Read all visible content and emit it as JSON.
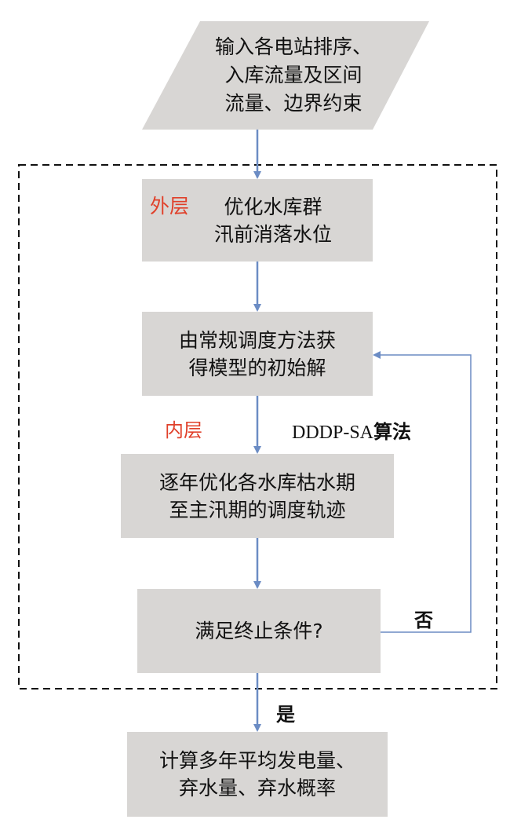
{
  "input": {
    "lines": [
      "输入各电站排序、",
      "入库流量及区间",
      "流量、边界约束"
    ]
  },
  "outer": {
    "tag": "外层",
    "lines": [
      "优化水库群",
      "汛前消落水位"
    ]
  },
  "init": {
    "lines": [
      "由常规调度方法获",
      "得模型的初始解"
    ]
  },
  "inner_tag": "内层",
  "algorithm": {
    "prefix": "DDDP-SA",
    "suffix": "算法"
  },
  "optimize": {
    "lines": [
      "逐年优化各水库枯水期",
      "至主汛期的调度轨迹"
    ]
  },
  "check": {
    "text": "满足终止条件?"
  },
  "no_label": "否",
  "yes_label": "是",
  "output": {
    "lines": [
      "计算多年平均发电量、",
      "弃水量、弃水概率"
    ]
  },
  "colors": {
    "box": "#d8d6d4",
    "arrow": "#6b8cc4",
    "accent": "#e0402a"
  }
}
